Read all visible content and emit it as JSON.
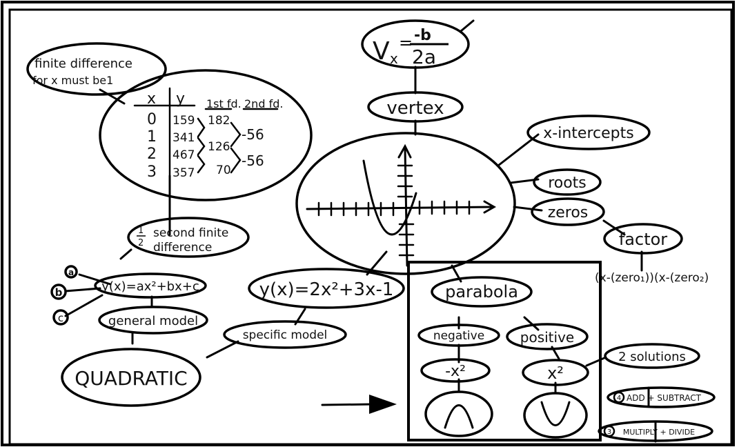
{
  "vertex_formula": {
    "lhs": "V",
    "sub": "x",
    "eq": "=",
    "num": "-b",
    "den": "2a"
  },
  "vertex_label": "vertex",
  "finite_diff_note": {
    "line1": "finite difference",
    "line2": "for x must be1"
  },
  "table": {
    "headers": [
      "x",
      "y",
      "1st fd.",
      "2nd fd."
    ],
    "x": [
      "0",
      "1",
      "2",
      "3"
    ],
    "y": [
      "159",
      "341",
      "467",
      "357"
    ],
    "first_fd": [
      "182",
      "126",
      "70"
    ],
    "second_fd": [
      "-56",
      "-56"
    ]
  },
  "half_second": {
    "num": "1",
    "den": "2",
    "line1": "second finite",
    "line2": "difference"
  },
  "coeff_a": "a",
  "coeff_b": "b",
  "coeff_c": "c",
  "general_formula": "y(x)=ax²+bx+c",
  "general_model": "general model",
  "specific_formula": "y(x)=2x²+3x-1",
  "specific_model": "specific model",
  "quadratic": "QUADRATIC",
  "x_intercepts": "x-intercepts",
  "roots": "roots",
  "zeros": "zeros",
  "factor": "factor",
  "factored_form": "(x-(zero₁))(x-(zero₂)",
  "parabola": "parabola",
  "negative": "negative",
  "positive": "positive",
  "neg_x2": "-x²",
  "pos_x2": "x²",
  "two_solutions": "2 solutions",
  "add_subtract": {
    "num": "4",
    "text": "ADD + SUBTRACT"
  },
  "multiply_divide": {
    "num": "3",
    "text": "MULTIPLY + DIVIDE"
  }
}
